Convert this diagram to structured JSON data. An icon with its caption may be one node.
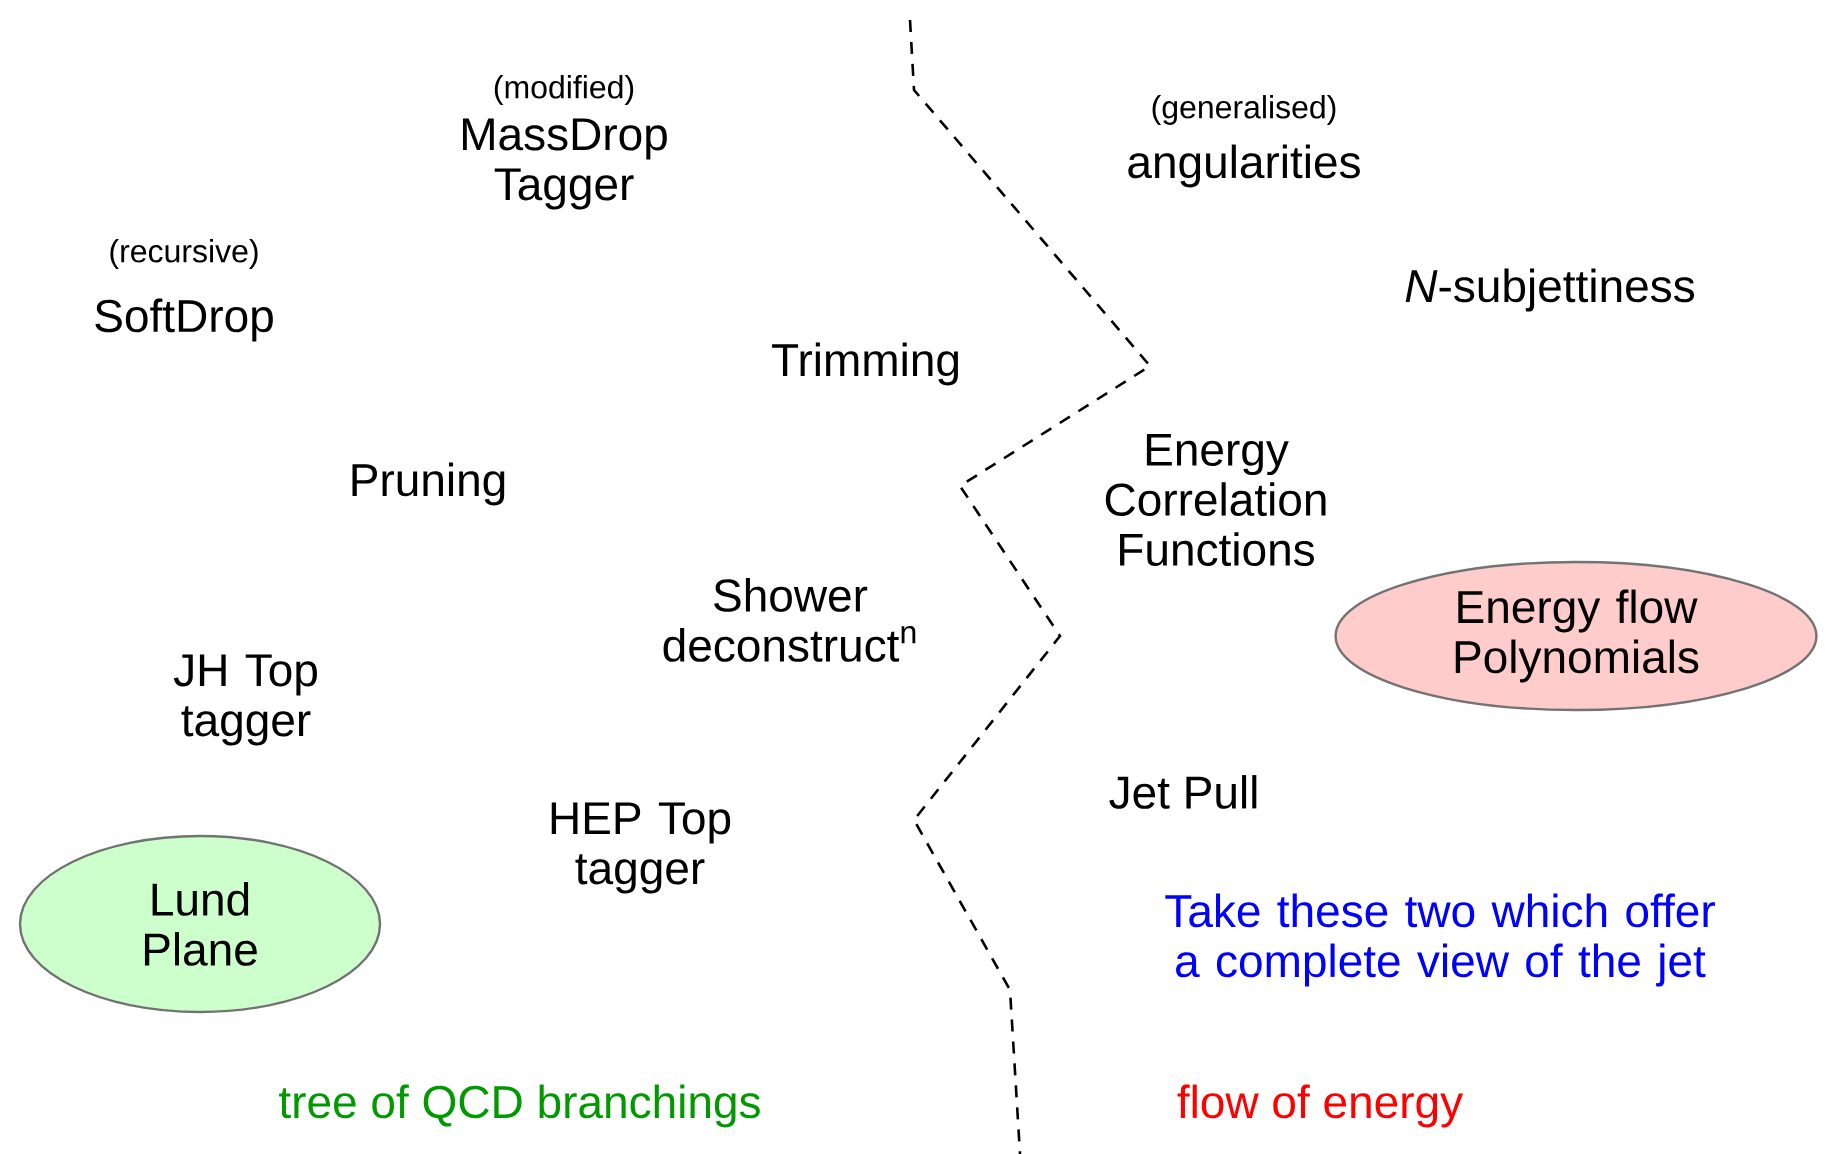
{
  "diagram": {
    "nodes": [
      {
        "text": [
          "Lund Plane"
        ]
      },
      {
        "text": [
          "Energy flow Polynomials"
        ]
      }
    ],
    "edges": [],
    "labels": [
      "(modified)",
      "MassDrop Tagger",
      "(generalised)",
      "angularities",
      "(recursive)",
      "SoftDrop",
      "*N*-subjettiness",
      "Trimming",
      "Energy Correlation Functions",
      "Pruning",
      "Shower deconstruct$^{n}$",
      "JH Top tagger",
      "Jet Pull",
      "HEP Top tagger",
      "Take these two which offer a complete view of the jet",
      "tree of QCD branchings",
      "flow of energy"
    ]
  }
}
